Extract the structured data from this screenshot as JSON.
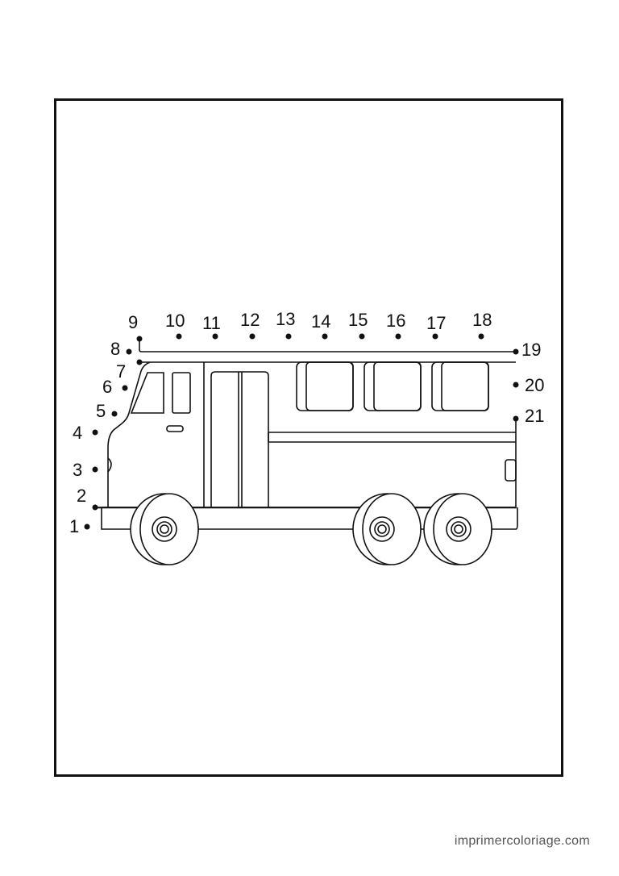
{
  "worksheet": {
    "dots": [
      {
        "number": "1"
      },
      {
        "number": "2"
      },
      {
        "number": "3"
      },
      {
        "number": "4"
      },
      {
        "number": "5"
      },
      {
        "number": "6"
      },
      {
        "number": "7"
      },
      {
        "number": "8"
      },
      {
        "number": "9"
      },
      {
        "number": "10"
      },
      {
        "number": "11"
      },
      {
        "number": "12"
      },
      {
        "number": "13"
      },
      {
        "number": "14"
      },
      {
        "number": "15"
      },
      {
        "number": "16"
      },
      {
        "number": "17"
      },
      {
        "number": "18"
      },
      {
        "number": "19"
      },
      {
        "number": "20"
      },
      {
        "number": "21"
      }
    ]
  },
  "footer": {
    "watermark": "imprimercoloriage.com"
  },
  "colors": {
    "ink": "#111111",
    "paper": "#ffffff",
    "watermark": "#555555"
  }
}
